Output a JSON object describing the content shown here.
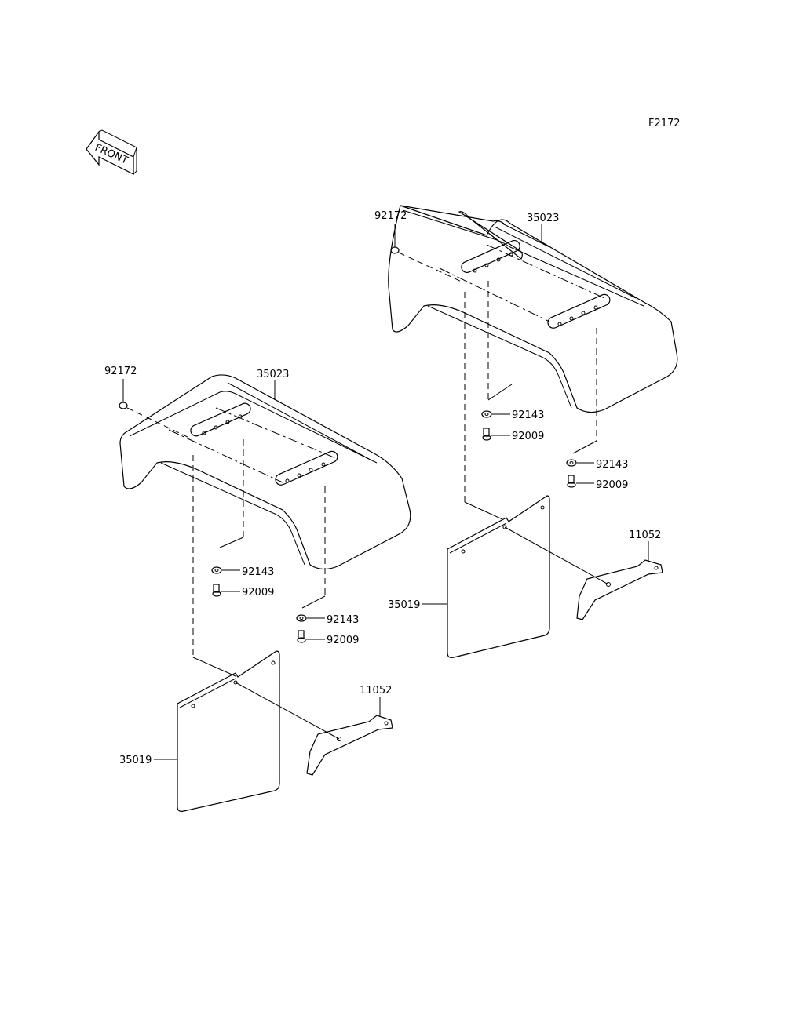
{
  "figure_code": "F2172",
  "front_label": "FRONT",
  "left_assembly": {
    "bolt_top": "92172",
    "fender": "35023",
    "nut_upper": "92143",
    "screw_upper": "92009",
    "nut_lower": "92143",
    "screw_lower": "92009",
    "mud_flap": "35019",
    "bracket": "11052"
  },
  "right_assembly": {
    "bolt_top": "92172",
    "fender": "35023",
    "nut_upper": "92143",
    "screw_upper": "92009",
    "nut_lower": "92143",
    "screw_lower": "92009",
    "mud_flap": "35019",
    "bracket": "11052"
  }
}
